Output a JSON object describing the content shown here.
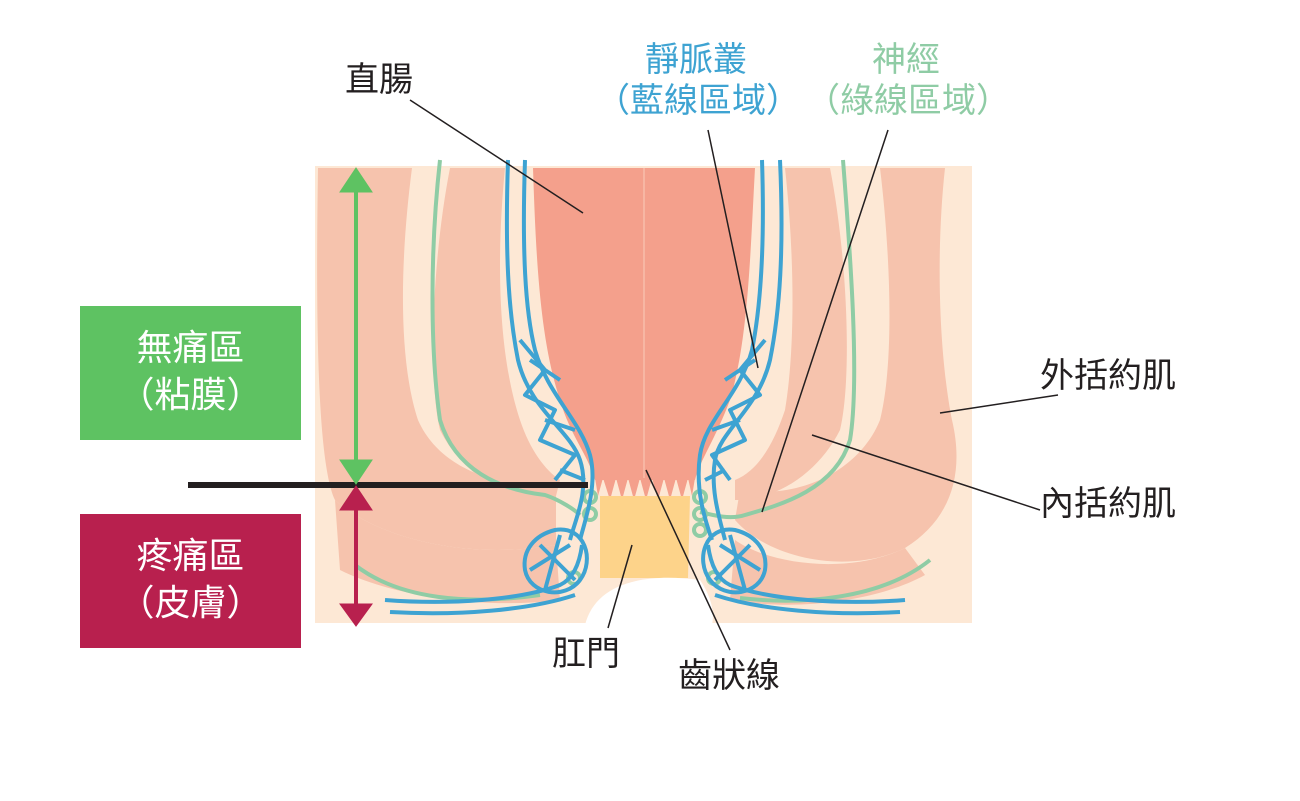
{
  "labels": {
    "rectum": "直腸",
    "venous_plexus": "靜脈叢",
    "venous_plexus_note": "（藍線區域）",
    "nerve": "神經",
    "nerve_note": "（綠線區域）",
    "external_sphincter": "外括約肌",
    "internal_sphincter": "內括約肌",
    "anus": "肛門",
    "dentate_line": "齒狀線"
  },
  "zones": {
    "painless": {
      "title": "無痛區",
      "subtitle": "（粘膜）",
      "color": "#5ec262"
    },
    "painful": {
      "title": "疼痛區",
      "subtitle": "（皮膚）",
      "color": "#b8204e"
    }
  },
  "colors": {
    "background_tissue": "#fde8d5",
    "muscle": "#f6c3ad",
    "rectum": "#f4a08c",
    "anal_canal": "#fdd38a",
    "vein": "#3ea3d2",
    "nerve": "#8fcca5",
    "line": "#231f20"
  }
}
